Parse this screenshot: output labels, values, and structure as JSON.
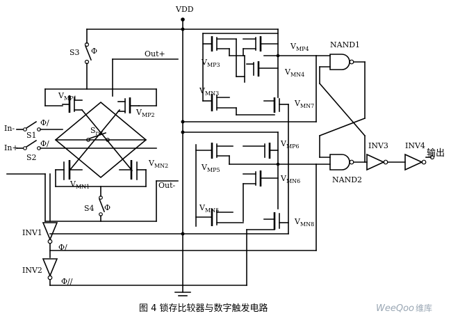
{
  "title": "VDD",
  "caption": "图 4   锁存比较器与数字触发电路",
  "watermark": {
    "brand": "WeeQoo",
    "suffix": "维库"
  },
  "switches": {
    "s1": "S1",
    "s2": "S2",
    "s3": "S3",
    "s4": "S4",
    "srst_main": "S",
    "srst_sub": "rst"
  },
  "ports": {
    "in_minus": "In-",
    "in_plus": "In+",
    "out_plus": "Out+",
    "out_minus": "Out-",
    "output": "输出"
  },
  "phases": {
    "phi": "Φ",
    "phi_s1": "Φ/",
    "phi_s2": "Φ/",
    "phi_inv1": "Φ/",
    "phi_inv2": "Φ//"
  },
  "gates": {
    "nand1": "NAND1",
    "nand2": "NAND2",
    "inv1": "INV1",
    "inv2": "INV2",
    "inv3": "INV3",
    "inv4": "INV4"
  },
  "transistors": [
    {
      "key": "vmp1",
      "main": "V",
      "sub": "MP1"
    },
    {
      "key": "vmp2",
      "main": "V",
      "sub": "MP2"
    },
    {
      "key": "vmn1",
      "main": "V",
      "sub": "MN1"
    },
    {
      "key": "vmn2",
      "main": "V",
      "sub": "MN2"
    },
    {
      "key": "vmp3",
      "main": "V",
      "sub": "MP3"
    },
    {
      "key": "vmp4",
      "main": "V",
      "sub": "MP4"
    },
    {
      "key": "vmn3",
      "main": "V",
      "sub": "MN3"
    },
    {
      "key": "vmn4",
      "main": "V",
      "sub": "MN4"
    },
    {
      "key": "vmn7",
      "main": "V",
      "sub": "MN7"
    },
    {
      "key": "vmp5",
      "main": "V",
      "sub": "MP5"
    },
    {
      "key": "vmp6",
      "main": "V",
      "sub": "MP6"
    },
    {
      "key": "vmn5",
      "main": "V",
      "sub": "MN5"
    },
    {
      "key": "vmn6",
      "main": "V",
      "sub": "MN6"
    },
    {
      "key": "vmn8",
      "main": "V",
      "sub": "MN8"
    }
  ]
}
